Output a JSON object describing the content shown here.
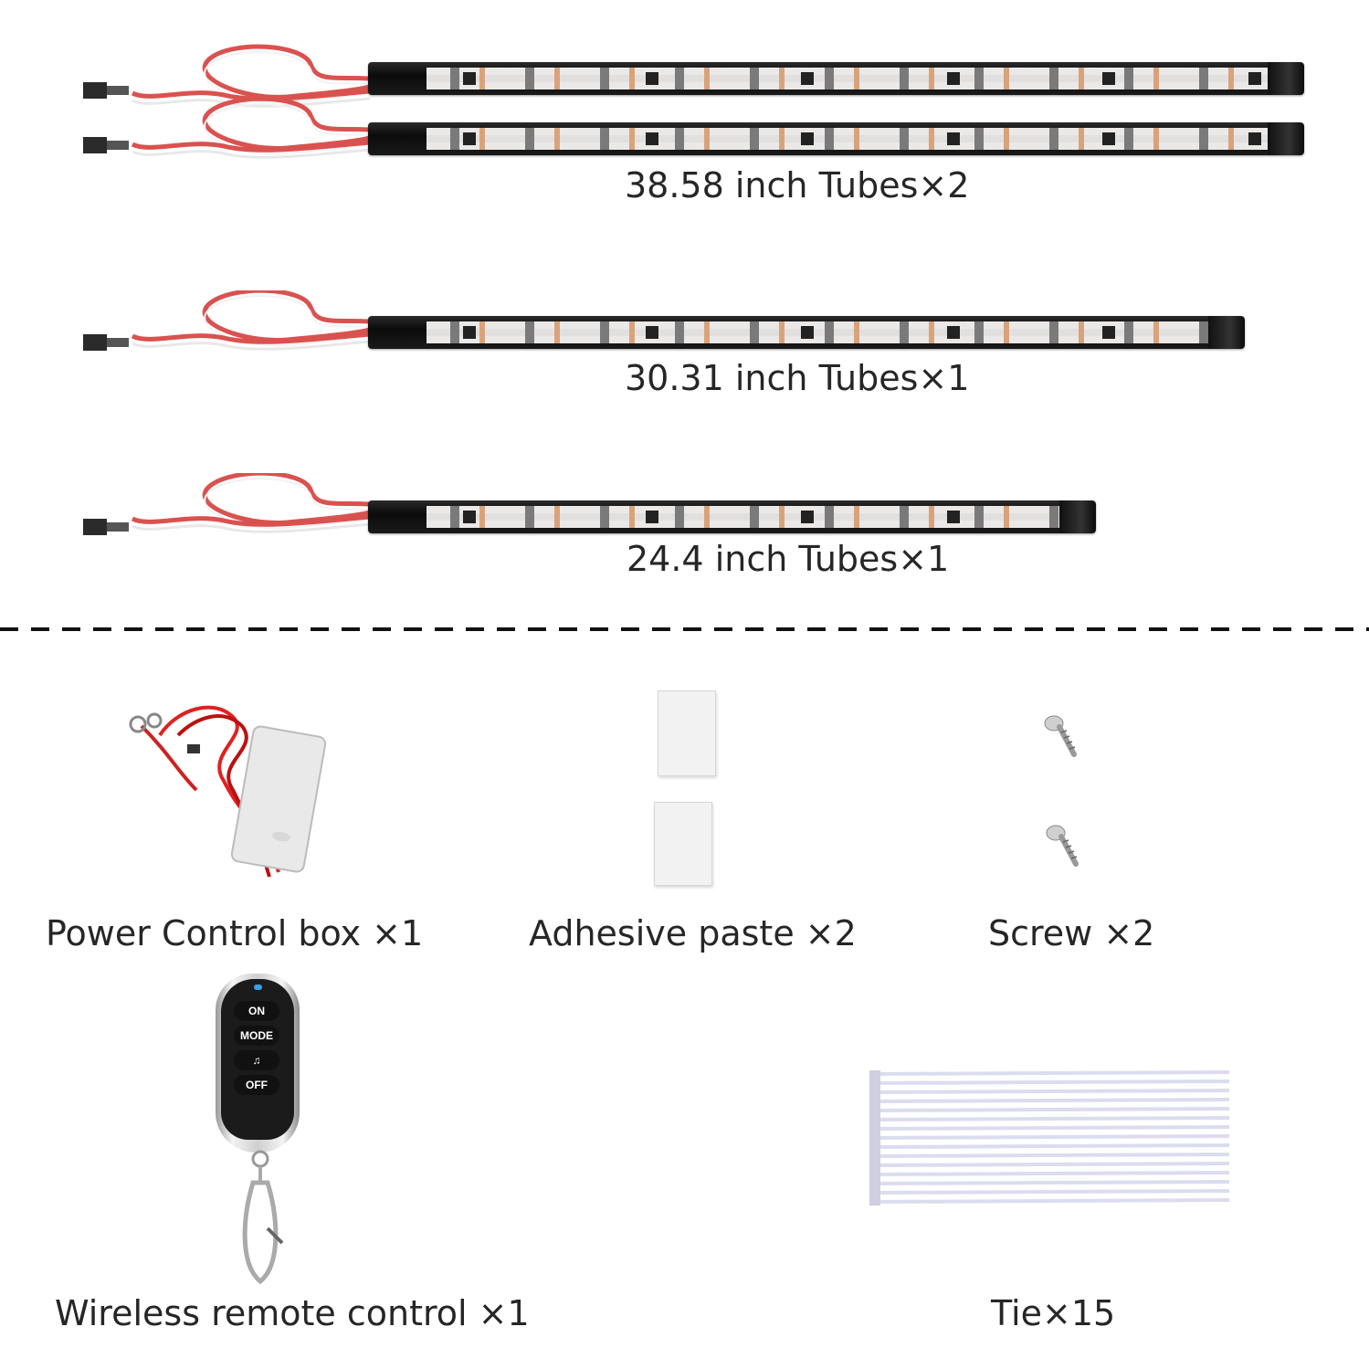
{
  "tubes": [
    {
      "label": "38.58 inch  Tubes×2"
    },
    {
      "label": "30.31 inch  Tubes×1"
    },
    {
      "label": "24.4 inch  Tubes×1"
    }
  ],
  "accessories": {
    "power_box": "Power Control box ×1",
    "adhesive": "Adhesive paste ×2",
    "screw": "Screw ×2",
    "remote": "Wireless remote control ×1",
    "tie": "Tie×15"
  },
  "remote_buttons": [
    "ON",
    "MODE",
    "♫",
    "OFF"
  ],
  "colors": {
    "tube_body": "#111111",
    "wire_red": "#d9524f",
    "wire_white": "#f2f2f2",
    "adhesive": "#f2f2f2",
    "tie": "#dcdcef",
    "remote_led": "#3aa0e8"
  },
  "icons": [
    "connector-icon",
    "screw-icon",
    "cable-tie-icon",
    "remote-icon",
    "control-box-icon"
  ]
}
